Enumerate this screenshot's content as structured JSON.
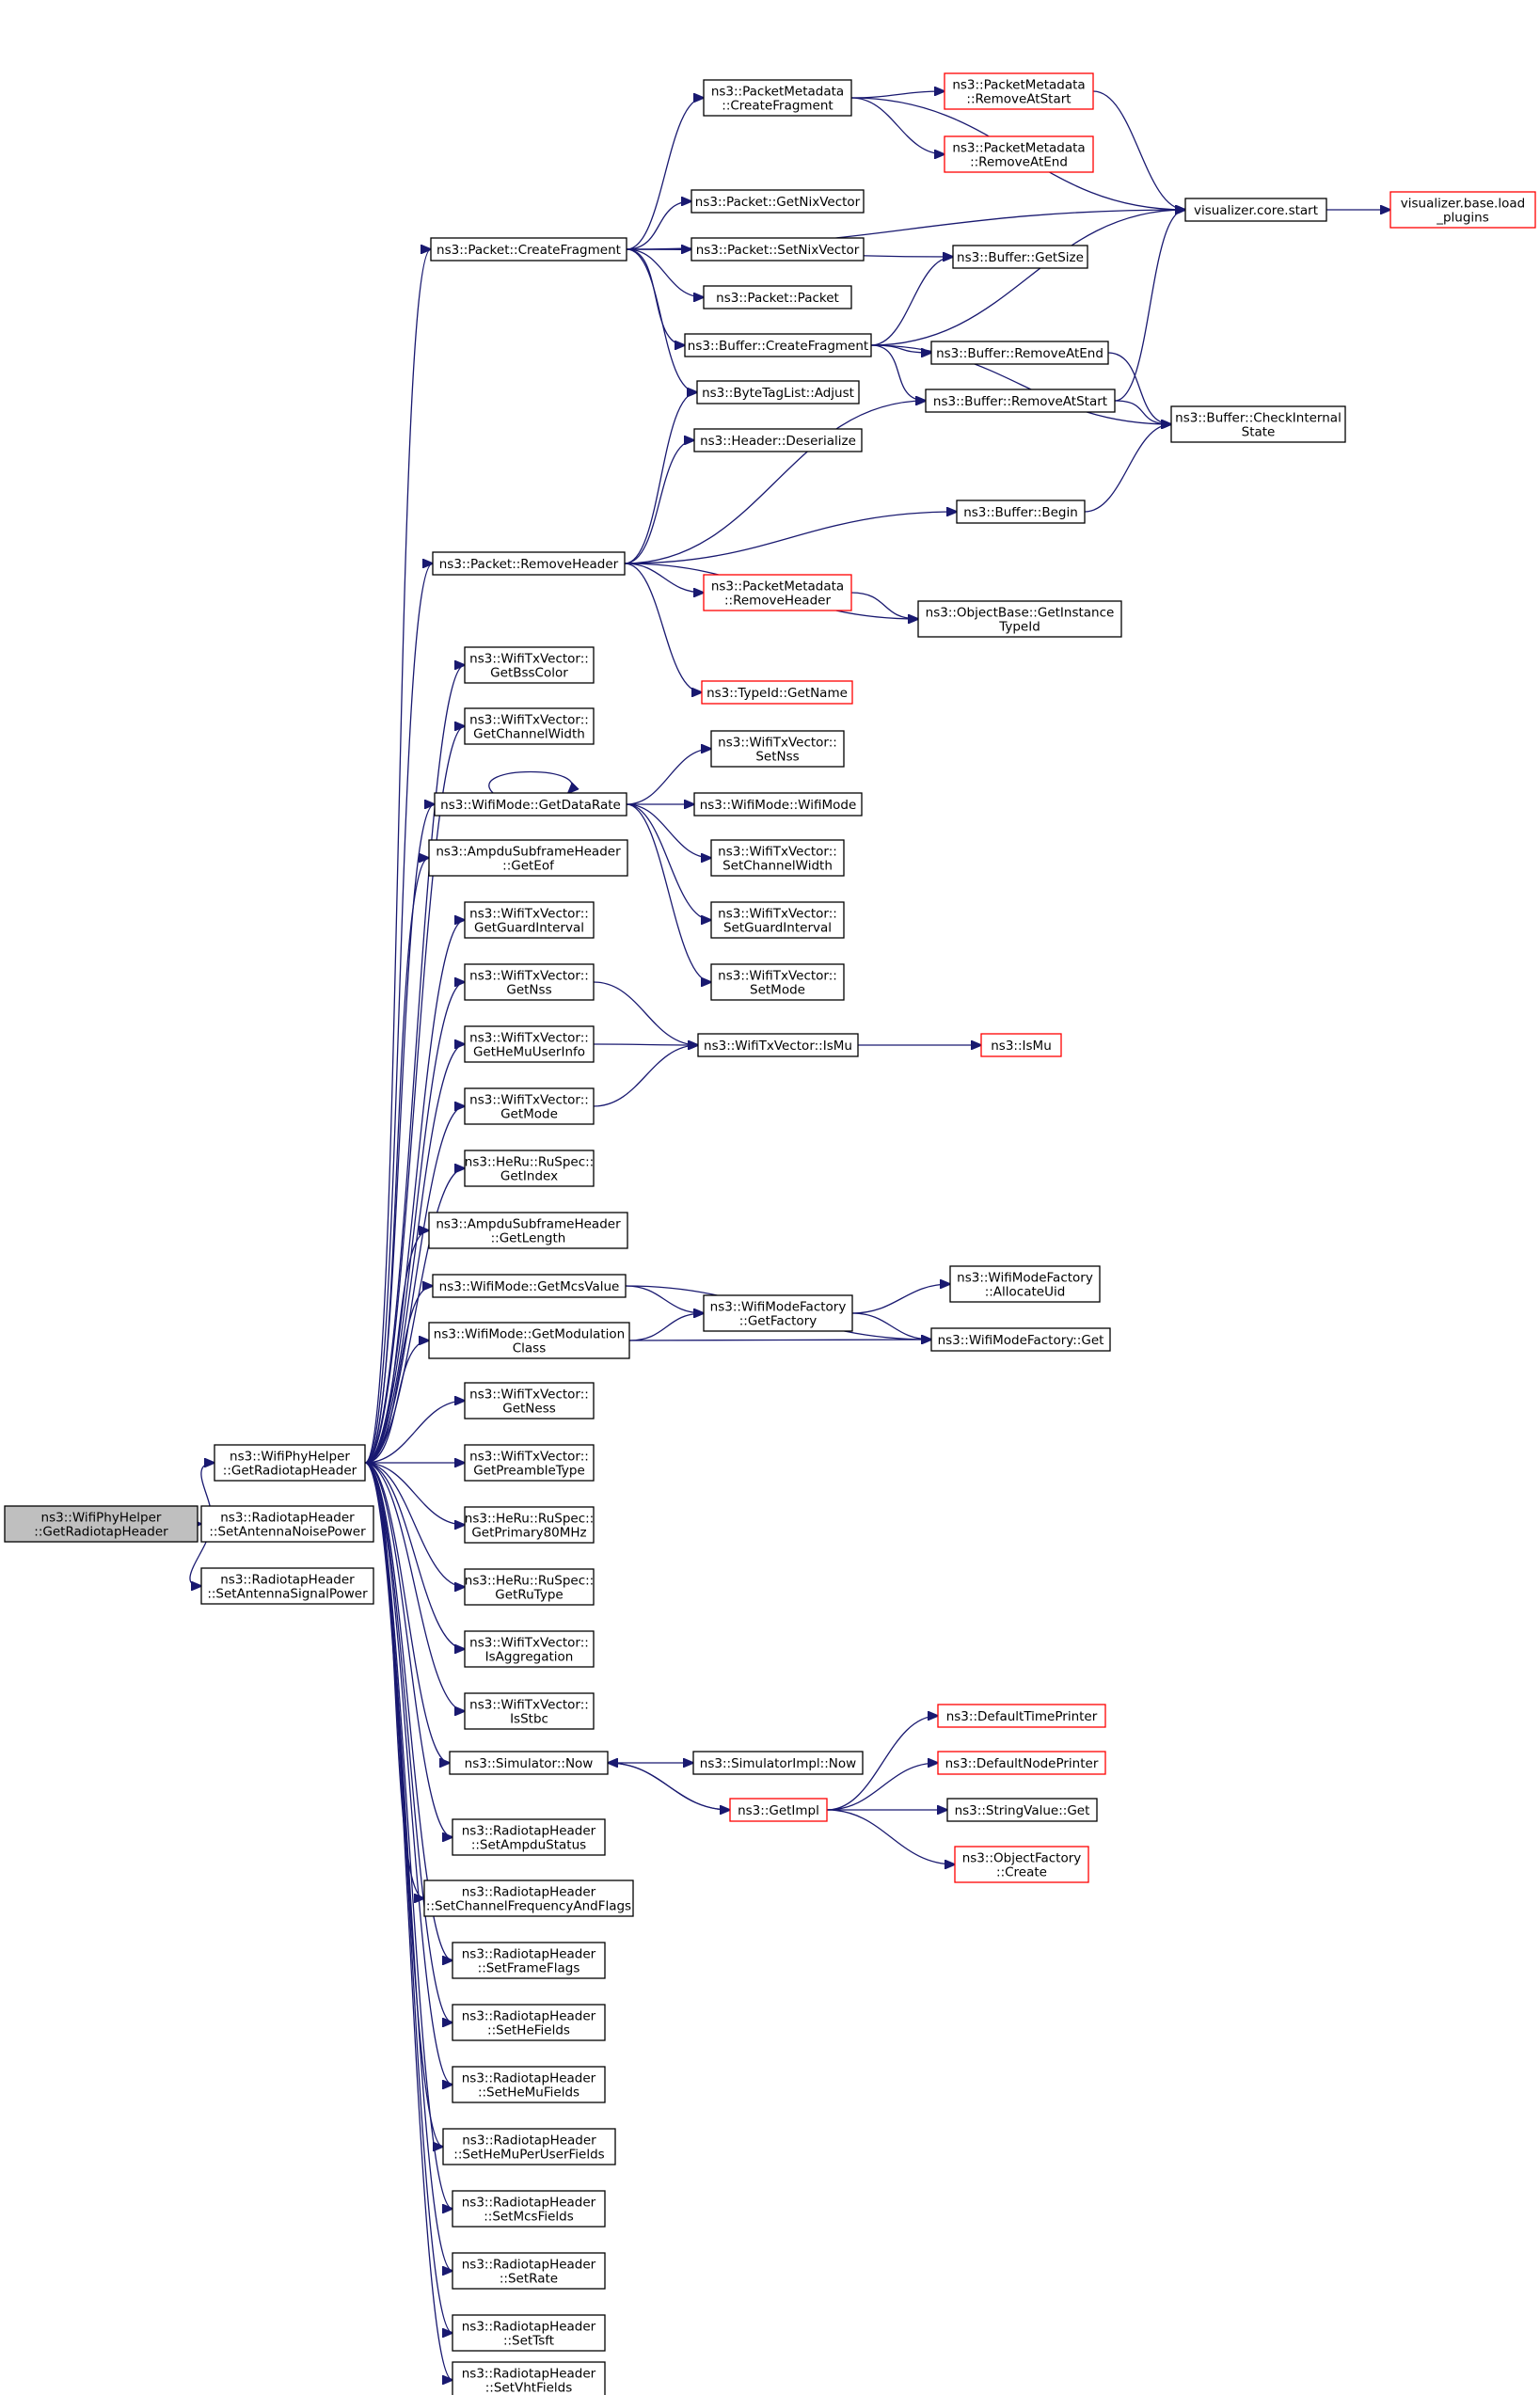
{
  "colors": {
    "edge": "#191970",
    "root_fill": "#bfbfbf",
    "node_border": "#000000",
    "node_border_truncated": "#ff0000",
    "node_fill": "#ffffff"
  },
  "nodes": [
    {
      "id": "root",
      "lines": [
        "ns3::WifiPhyHelper",
        "::GetRadiotapHeader"
      ],
      "style": "root"
    },
    {
      "id": "wph",
      "lines": [
        "ns3::WifiPhyHelper",
        "::GetRadiotapHeader"
      ],
      "style": "normal"
    },
    {
      "id": "rh_anp",
      "lines": [
        "ns3::RadiotapHeader",
        "::SetAntennaNoisePower"
      ],
      "style": "normal"
    },
    {
      "id": "rh_asp",
      "lines": [
        "ns3::RadiotapHeader",
        "::SetAntennaSignalPower"
      ],
      "style": "normal"
    },
    {
      "id": "pk_cf",
      "lines": [
        "ns3::Packet::CreateFragment"
      ],
      "style": "normal"
    },
    {
      "id": "pm_cf",
      "lines": [
        "ns3::PacketMetadata",
        "::CreateFragment"
      ],
      "style": "normal"
    },
    {
      "id": "pm_ras",
      "lines": [
        "ns3::PacketMetadata",
        "::RemoveAtStart"
      ],
      "style": "truncated"
    },
    {
      "id": "pm_rae",
      "lines": [
        "ns3::PacketMetadata",
        "::RemoveAtEnd"
      ],
      "style": "truncated"
    },
    {
      "id": "vis_start",
      "lines": [
        "visualizer.core.start"
      ],
      "style": "normal"
    },
    {
      "id": "vis_load",
      "lines": [
        "visualizer.base.load",
        "_plugins"
      ],
      "style": "truncated"
    },
    {
      "id": "pk_gnv",
      "lines": [
        "ns3::Packet::GetNixVector"
      ],
      "style": "normal"
    },
    {
      "id": "pk_snv",
      "lines": [
        "ns3::Packet::SetNixVector"
      ],
      "style": "normal"
    },
    {
      "id": "buf_gs",
      "lines": [
        "ns3::Buffer::GetSize"
      ],
      "style": "normal"
    },
    {
      "id": "pk_pk",
      "lines": [
        "ns3::Packet::Packet"
      ],
      "style": "normal"
    },
    {
      "id": "buf_cf",
      "lines": [
        "ns3::Buffer::CreateFragment"
      ],
      "style": "normal"
    },
    {
      "id": "buf_rae",
      "lines": [
        "ns3::Buffer::RemoveAtEnd"
      ],
      "style": "normal"
    },
    {
      "id": "btl_adj",
      "lines": [
        "ns3::ByteTagList::Adjust"
      ],
      "style": "normal"
    },
    {
      "id": "buf_ras",
      "lines": [
        "ns3::Buffer::RemoveAtStart"
      ],
      "style": "normal"
    },
    {
      "id": "buf_cis",
      "lines": [
        "ns3::Buffer::CheckInternal",
        "State"
      ],
      "style": "normal"
    },
    {
      "id": "hdr_des",
      "lines": [
        "ns3::Header::Deserialize"
      ],
      "style": "normal"
    },
    {
      "id": "buf_beg",
      "lines": [
        "ns3::Buffer::Begin"
      ],
      "style": "normal"
    },
    {
      "id": "pk_rh",
      "lines": [
        "ns3::Packet::RemoveHeader"
      ],
      "style": "normal"
    },
    {
      "id": "pm_rh",
      "lines": [
        "ns3::PacketMetadata",
        "::RemoveHeader"
      ],
      "style": "truncated"
    },
    {
      "id": "ob_git",
      "lines": [
        "ns3::ObjectBase::GetInstance",
        "TypeId"
      ],
      "style": "normal"
    },
    {
      "id": "tid_gn",
      "lines": [
        "ns3::TypeId::GetName"
      ],
      "style": "truncated"
    },
    {
      "id": "tx_gbc",
      "lines": [
        "ns3::WifiTxVector::",
        "GetBssColor"
      ],
      "style": "normal"
    },
    {
      "id": "tx_gcw",
      "lines": [
        "ns3::WifiTxVector::",
        "GetChannelWidth"
      ],
      "style": "normal"
    },
    {
      "id": "tx_snss",
      "lines": [
        "ns3::WifiTxVector::",
        "SetNss"
      ],
      "style": "normal"
    },
    {
      "id": "wm_gdr",
      "lines": [
        "ns3::WifiMode::GetDataRate"
      ],
      "style": "normal"
    },
    {
      "id": "wm_wm",
      "lines": [
        "ns3::WifiMode::WifiMode"
      ],
      "style": "normal"
    },
    {
      "id": "ash_geof",
      "lines": [
        "ns3::AmpduSubframeHeader",
        "::GetEof"
      ],
      "style": "normal"
    },
    {
      "id": "tx_scw",
      "lines": [
        "ns3::WifiTxVector::",
        "SetChannelWidth"
      ],
      "style": "normal"
    },
    {
      "id": "tx_ggi",
      "lines": [
        "ns3::WifiTxVector::",
        "GetGuardInterval"
      ],
      "style": "normal"
    },
    {
      "id": "tx_sgi",
      "lines": [
        "ns3::WifiTxVector::",
        "SetGuardInterval"
      ],
      "style": "normal"
    },
    {
      "id": "tx_gnss",
      "lines": [
        "ns3::WifiTxVector::",
        "GetNss"
      ],
      "style": "normal"
    },
    {
      "id": "tx_smode",
      "lines": [
        "ns3::WifiTxVector::",
        "SetMode"
      ],
      "style": "normal"
    },
    {
      "id": "tx_ghmu",
      "lines": [
        "ns3::WifiTxVector::",
        "GetHeMuUserInfo"
      ],
      "style": "normal"
    },
    {
      "id": "tx_ismu",
      "lines": [
        "ns3::WifiTxVector::IsMu"
      ],
      "style": "normal"
    },
    {
      "id": "ismu",
      "lines": [
        "ns3::IsMu"
      ],
      "style": "truncated"
    },
    {
      "id": "tx_gmode",
      "lines": [
        "ns3::WifiTxVector::",
        "GetMode"
      ],
      "style": "normal"
    },
    {
      "id": "ru_gidx",
      "lines": [
        "ns3::HeRu::RuSpec::",
        "GetIndex"
      ],
      "style": "normal"
    },
    {
      "id": "ash_glen",
      "lines": [
        "ns3::AmpduSubframeHeader",
        "::GetLength"
      ],
      "style": "normal"
    },
    {
      "id": "wm_gmcs",
      "lines": [
        "ns3::WifiMode::GetMcsValue"
      ],
      "style": "normal"
    },
    {
      "id": "wmf_au",
      "lines": [
        "ns3::WifiModeFactory",
        "::AllocateUid"
      ],
      "style": "normal"
    },
    {
      "id": "wmf_gf",
      "lines": [
        "ns3::WifiModeFactory",
        "::GetFactory"
      ],
      "style": "normal"
    },
    {
      "id": "wm_gmc",
      "lines": [
        "ns3::WifiMode::GetModulation",
        "Class"
      ],
      "style": "normal"
    },
    {
      "id": "wmf_get",
      "lines": [
        "ns3::WifiModeFactory::Get"
      ],
      "style": "normal"
    },
    {
      "id": "tx_gness",
      "lines": [
        "ns3::WifiTxVector::",
        "GetNess"
      ],
      "style": "normal"
    },
    {
      "id": "tx_gpt",
      "lines": [
        "ns3::WifiTxVector::",
        "GetPreambleType"
      ],
      "style": "normal"
    },
    {
      "id": "ru_gp80",
      "lines": [
        "ns3::HeRu::RuSpec::",
        "GetPrimary80MHz"
      ],
      "style": "normal"
    },
    {
      "id": "ru_grt",
      "lines": [
        "ns3::HeRu::RuSpec::",
        "GetRuType"
      ],
      "style": "normal"
    },
    {
      "id": "tx_isagg",
      "lines": [
        "ns3::WifiTxVector::",
        "IsAggregation"
      ],
      "style": "normal"
    },
    {
      "id": "tx_isstbc",
      "lines": [
        "ns3::WifiTxVector::",
        "IsStbc"
      ],
      "style": "normal"
    },
    {
      "id": "dtp",
      "lines": [
        "ns3::DefaultTimePrinter"
      ],
      "style": "truncated"
    },
    {
      "id": "sim_now",
      "lines": [
        "ns3::Simulator::Now"
      ],
      "style": "normal"
    },
    {
      "id": "simimpl_now",
      "lines": [
        "ns3::SimulatorImpl::Now"
      ],
      "style": "normal"
    },
    {
      "id": "dnp",
      "lines": [
        "ns3::DefaultNodePrinter"
      ],
      "style": "truncated"
    },
    {
      "id": "getimpl",
      "lines": [
        "ns3::GetImpl"
      ],
      "style": "truncated"
    },
    {
      "id": "sv_get",
      "lines": [
        "ns3::StringValue::Get"
      ],
      "style": "normal"
    },
    {
      "id": "rh_sas",
      "lines": [
        "ns3::RadiotapHeader",
        "::SetAmpduStatus"
      ],
      "style": "normal"
    },
    {
      "id": "of_create",
      "lines": [
        "ns3::ObjectFactory",
        "::Create"
      ],
      "style": "truncated"
    },
    {
      "id": "rh_scff",
      "lines": [
        "ns3::RadiotapHeader",
        "::SetChannelFrequencyAndFlags"
      ],
      "style": "normal"
    },
    {
      "id": "rh_sff",
      "lines": [
        "ns3::RadiotapHeader",
        "::SetFrameFlags"
      ],
      "style": "normal"
    },
    {
      "id": "rh_shef",
      "lines": [
        "ns3::RadiotapHeader",
        "::SetHeFields"
      ],
      "style": "normal"
    },
    {
      "id": "rh_shemu",
      "lines": [
        "ns3::RadiotapHeader",
        "::SetHeMuFields"
      ],
      "style": "normal"
    },
    {
      "id": "rh_shemupu",
      "lines": [
        "ns3::RadiotapHeader",
        "::SetHeMuPerUserFields"
      ],
      "style": "normal"
    },
    {
      "id": "rh_smcs",
      "lines": [
        "ns3::RadiotapHeader",
        "::SetMcsFields"
      ],
      "style": "normal"
    },
    {
      "id": "rh_srate",
      "lines": [
        "ns3::RadiotapHeader",
        "::SetRate"
      ],
      "style": "normal"
    },
    {
      "id": "rh_stsft",
      "lines": [
        "ns3::RadiotapHeader",
        "::SetTsft"
      ],
      "style": "normal"
    },
    {
      "id": "rh_svht",
      "lines": [
        "ns3::RadiotapHeader",
        "::SetVhtFields"
      ],
      "style": "normal"
    }
  ],
  "edges": [
    [
      "root",
      "wph"
    ],
    [
      "root",
      "rh_anp"
    ],
    [
      "root",
      "rh_asp"
    ],
    [
      "wph",
      "pk_cf"
    ],
    [
      "wph",
      "pk_rh"
    ],
    [
      "wph",
      "tx_gbc"
    ],
    [
      "wph",
      "tx_gcw"
    ],
    [
      "wph",
      "wm_gdr"
    ],
    [
      "wph",
      "ash_geof"
    ],
    [
      "wph",
      "tx_ggi"
    ],
    [
      "wph",
      "tx_gnss"
    ],
    [
      "wph",
      "tx_ghmu"
    ],
    [
      "wph",
      "tx_gmode"
    ],
    [
      "wph",
      "ru_gidx"
    ],
    [
      "wph",
      "ash_glen"
    ],
    [
      "wph",
      "wm_gmcs"
    ],
    [
      "wph",
      "wm_gmc"
    ],
    [
      "wph",
      "tx_gness"
    ],
    [
      "wph",
      "tx_gpt"
    ],
    [
      "wph",
      "ru_gp80"
    ],
    [
      "wph",
      "ru_grt"
    ],
    [
      "wph",
      "tx_isagg"
    ],
    [
      "wph",
      "tx_isstbc"
    ],
    [
      "wph",
      "sim_now"
    ],
    [
      "wph",
      "rh_sas"
    ],
    [
      "wph",
      "rh_scff"
    ],
    [
      "wph",
      "rh_sff"
    ],
    [
      "wph",
      "rh_shef"
    ],
    [
      "wph",
      "rh_shemu"
    ],
    [
      "wph",
      "rh_shemupu"
    ],
    [
      "wph",
      "rh_smcs"
    ],
    [
      "wph",
      "rh_srate"
    ],
    [
      "wph",
      "rh_stsft"
    ],
    [
      "wph",
      "rh_svht"
    ],
    [
      "pk_cf",
      "pm_cf"
    ],
    [
      "pk_cf",
      "vis_start"
    ],
    [
      "pk_cf",
      "pk_gnv"
    ],
    [
      "pk_cf",
      "pk_snv"
    ],
    [
      "pk_cf",
      "buf_gs"
    ],
    [
      "pk_cf",
      "pk_pk"
    ],
    [
      "pk_cf",
      "buf_cf"
    ],
    [
      "pk_cf",
      "btl_adj"
    ],
    [
      "pm_cf",
      "pm_ras"
    ],
    [
      "pm_cf",
      "pm_rae"
    ],
    [
      "pm_cf",
      "vis_start"
    ],
    [
      "pm_ras",
      "vis_start"
    ],
    [
      "vis_start",
      "vis_load"
    ],
    [
      "buf_cf",
      "buf_gs"
    ],
    [
      "buf_cf",
      "vis_start"
    ],
    [
      "buf_cf",
      "buf_rae"
    ],
    [
      "buf_cf",
      "buf_ras"
    ],
    [
      "buf_cf",
      "buf_cis"
    ],
    [
      "buf_rae",
      "buf_cis"
    ],
    [
      "buf_ras",
      "vis_start"
    ],
    [
      "buf_ras",
      "buf_cis"
    ],
    [
      "buf_beg",
      "buf_cis"
    ],
    [
      "pk_rh",
      "btl_adj"
    ],
    [
      "pk_rh",
      "hdr_des"
    ],
    [
      "pk_rh",
      "buf_ras"
    ],
    [
      "pk_rh",
      "buf_beg"
    ],
    [
      "pk_rh",
      "pm_rh"
    ],
    [
      "pk_rh",
      "ob_git"
    ],
    [
      "pk_rh",
      "tid_gn"
    ],
    [
      "pm_rh",
      "ob_git"
    ],
    [
      "wm_gdr",
      "wm_gdr"
    ],
    [
      "wm_gdr",
      "tx_snss"
    ],
    [
      "wm_gdr",
      "wm_wm"
    ],
    [
      "wm_gdr",
      "tx_scw"
    ],
    [
      "wm_gdr",
      "tx_sgi"
    ],
    [
      "wm_gdr",
      "tx_smode"
    ],
    [
      "tx_gnss",
      "tx_ismu"
    ],
    [
      "tx_ghmu",
      "tx_ismu"
    ],
    [
      "tx_gmode",
      "tx_ismu"
    ],
    [
      "tx_ismu",
      "ismu"
    ],
    [
      "wm_gmcs",
      "wmf_gf"
    ],
    [
      "wm_gmcs",
      "wmf_get"
    ],
    [
      "wmf_gf",
      "wmf_au"
    ],
    [
      "wmf_gf",
      "wmf_get"
    ],
    [
      "wm_gmc",
      "wmf_gf"
    ],
    [
      "wm_gmc",
      "wmf_get"
    ],
    [
      "sim_now",
      "simimpl_now"
    ],
    [
      "sim_now",
      "getimpl"
    ],
    [
      "getimpl",
      "dtp"
    ],
    [
      "getimpl",
      "dnp"
    ],
    [
      "getimpl",
      "sv_get"
    ],
    [
      "getimpl",
      "of_create"
    ],
    [
      "getimpl",
      "sim_now"
    ]
  ]
}
